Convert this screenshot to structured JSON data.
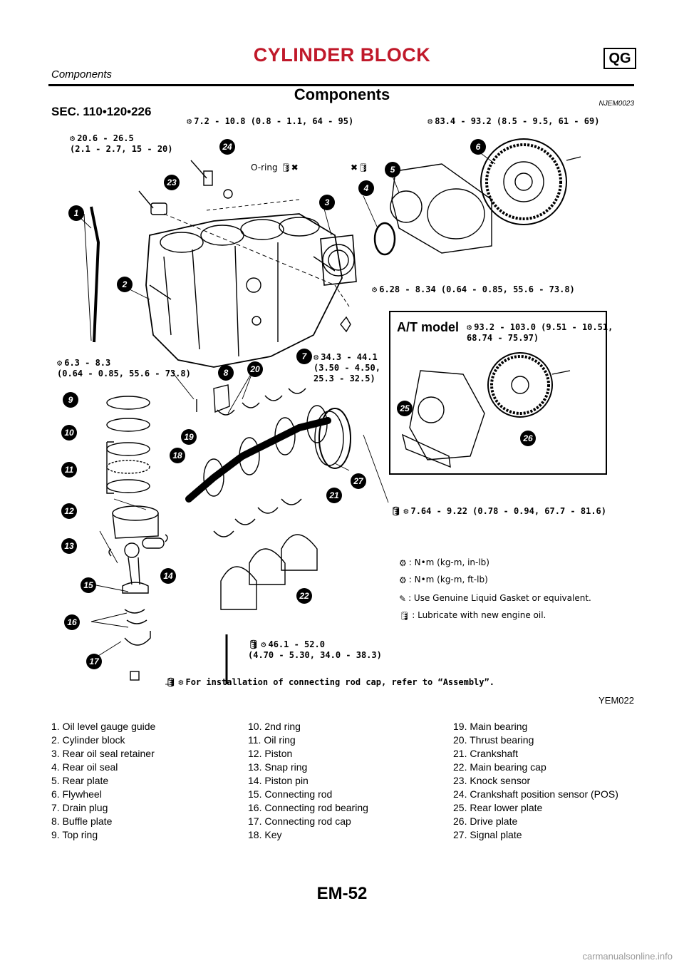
{
  "header": {
    "title": "CYLINDER BLOCK",
    "badge": "QG",
    "subtitle": "Components"
  },
  "section": {
    "title": "Components",
    "code": "NJEM0023",
    "ref": "SEC. 110•120•226"
  },
  "figure": {
    "code": "YEM022",
    "at_model_label": "A/T model",
    "oring_label": "O-ring",
    "specs": {
      "s1": "20.6 - 26.5\n(2.1 - 2.7, 15 - 20)",
      "s2": "7.2 - 10.8 (0.8 - 1.1, 64 - 95)",
      "s3": "83.4 - 93.2 (8.5 - 9.5, 61 - 69)",
      "s4": "6.28 - 8.34 (0.64 - 0.85, 55.6 - 73.8)",
      "s5": "93.2 - 103.0 (9.51 - 10.51,\n68.74 - 75.97)",
      "s6": "6.3 - 8.3\n(0.64 - 0.85, 55.6 - 73.8)",
      "s7": "34.3 - 44.1\n(3.50 - 4.50,\n25.3 - 32.5)",
      "s8": "7.64 - 9.22 (0.78 - 0.94, 67.7 - 81.6)",
      "s9": "46.1 - 52.0\n(4.70 - 5.30, 34.0 - 38.3)",
      "s10": "For installation of connecting rod cap, refer to “Assembly”."
    },
    "legend": {
      "l1": ": N•m (kg-m, in-lb)",
      "l2": ": N•m (kg-m, ft-lb)",
      "l3": ": Use Genuine Liquid Gasket or equivalent.",
      "l4": ": Lubricate with new engine oil."
    }
  },
  "parts": {
    "col1": [
      "1. Oil level gauge guide",
      "2. Cylinder block",
      "3. Rear oil seal retainer",
      "4. Rear oil seal",
      "5. Rear plate",
      "6. Flywheel",
      "7. Drain plug",
      "8. Buffle plate",
      "9. Top ring"
    ],
    "col2": [
      "10. 2nd ring",
      "11. Oil ring",
      "12. Piston",
      "13. Snap ring",
      "14. Piston pin",
      "15. Connecting rod",
      "16. Connecting rod bearing",
      "17. Connecting rod cap",
      "18. Key"
    ],
    "col3": [
      "19. Main bearing",
      "20. Thrust bearing",
      "21. Crankshaft",
      "22. Main bearing cap",
      "23. Knock sensor",
      "24. Crankshaft position sensor (POS)",
      "25. Rear lower plate",
      "26. Drive plate",
      "27. Signal plate"
    ]
  },
  "page_number": "EM-52",
  "watermark": "carmanualsonline.info"
}
